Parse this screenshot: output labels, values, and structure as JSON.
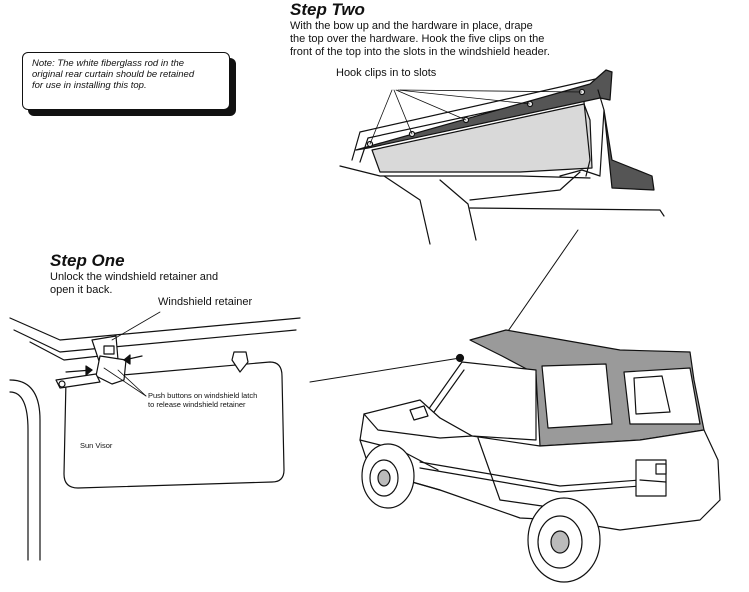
{
  "step_two": {
    "title": "Step Two",
    "text": [
      "With the bow up and the hardware in place, drape",
      "the top over the hardware. Hook the five clips on the",
      "front of the top into the slots in the windshield header."
    ],
    "callout": "Hook clips in to slots"
  },
  "note": {
    "lines": [
      "Note: The white fiberglass rod in the",
      "original rear curtain should be retained",
      "for use in installing this top."
    ]
  },
  "step_one": {
    "title": "Step One",
    "text": [
      "Unlock the windshield retainer and",
      "open it back."
    ],
    "callout_retainer": "Windshield retainer",
    "callout_buttons": [
      "Push buttons on windshield latch",
      "to release windshield retainer"
    ],
    "callout_visor": "Sun Visor"
  }
}
